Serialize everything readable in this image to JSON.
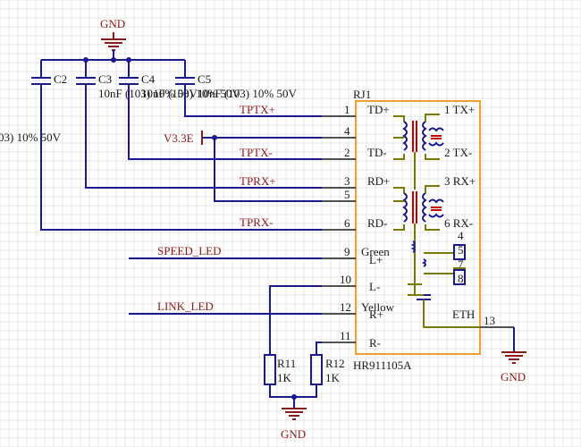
{
  "power": {
    "gnd_top": "GND",
    "gnd_bottom": "GND",
    "gnd_right": "GND",
    "vcc": "V3.3E"
  },
  "caps": [
    {
      "ref": "C2",
      "value": "03) 10% 50V"
    },
    {
      "ref": "C3",
      "value": "10nF (103) 10% 50V"
    },
    {
      "ref": "C4",
      "value": "10nF (103) 10% 50V"
    },
    {
      "ref": "C5",
      "value": "10nF (103) 10% 50V"
    }
  ],
  "nets": {
    "tptx_p": "TPTX+",
    "tptx_m": "TPTX-",
    "tprx_p": "TPRX+",
    "tprx_m": "TPRX-",
    "speed": "SPEED_LED",
    "link": "LINK_LED"
  },
  "connector": {
    "ref": "RJ1",
    "part": "HR911105A",
    "pins": [
      "1",
      "4",
      "2",
      "3",
      "5",
      "6",
      "9",
      "10",
      "12",
      "11",
      "13"
    ],
    "inner_left": [
      "TD+",
      "TD-",
      "RD+",
      "RD-",
      "Green",
      "L+",
      "L-",
      "Yellow",
      "R+",
      "R-"
    ],
    "inner_right": [
      "1 TX+",
      "2 TX-",
      "3 RX+",
      "6 RX-",
      "4",
      "5",
      "7",
      "8",
      "ETH"
    ]
  },
  "resistors": [
    {
      "ref": "R11",
      "value": "1K"
    },
    {
      "ref": "R12",
      "value": "1K"
    }
  ]
}
